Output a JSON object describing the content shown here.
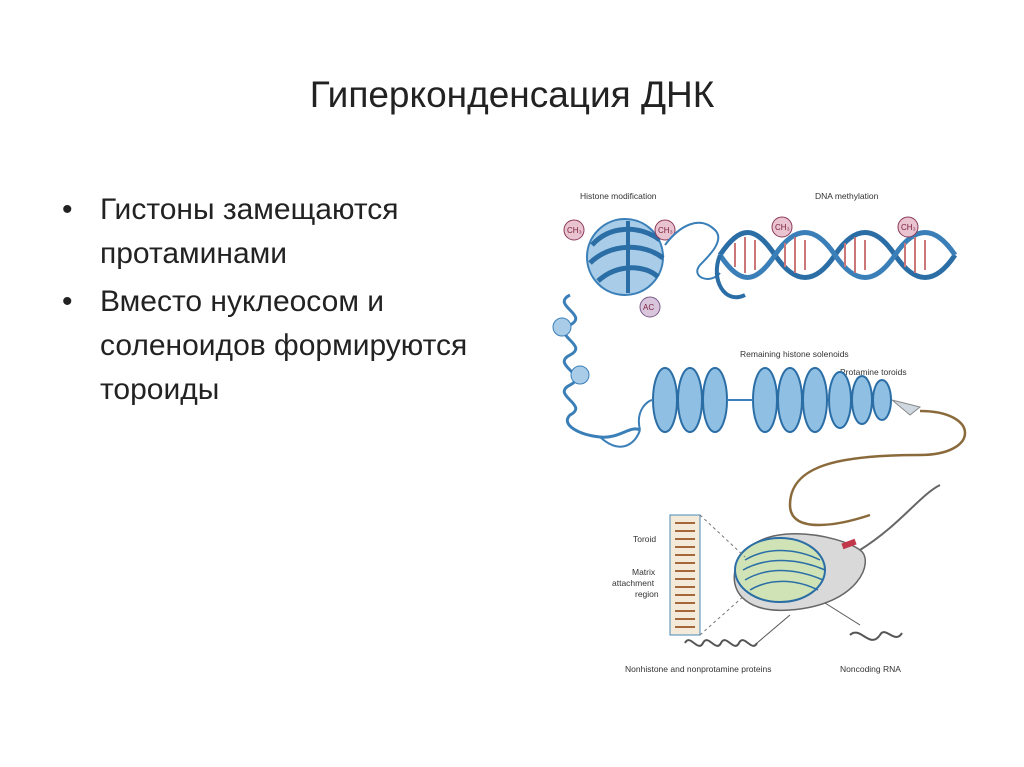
{
  "slide": {
    "title": "Гиперконденсация ДНК",
    "bullets": [
      {
        "marker": "•",
        "text": "Гистоны замещаются протаминами"
      },
      {
        "marker": "•",
        "text": "Вместо нуклеосом и соленоидов формируются тороиды"
      }
    ]
  },
  "figure": {
    "labels": {
      "histone_modification": "Histone modification",
      "dna_methylation": "DNA methylation",
      "remaining_histone_solenoids": "Remaining histone solenoids",
      "protamine_toroids": "Protamine toroids",
      "toroid": "Toroid",
      "matrix_1": "Matrix",
      "matrix_2": "attachment",
      "matrix_3": "region",
      "nonhistone": "Nonhistone and nonprotamine proteins",
      "noncoding_rna": "Noncoding RNA",
      "ch3": "CH₃",
      "ac": "AC"
    },
    "colors": {
      "dna_blue": "#3b7fb8",
      "light_blue": "#a9cde8",
      "methyl_pink": "#e9c3d0",
      "sperm_gray": "#d9d9d9"
    }
  }
}
